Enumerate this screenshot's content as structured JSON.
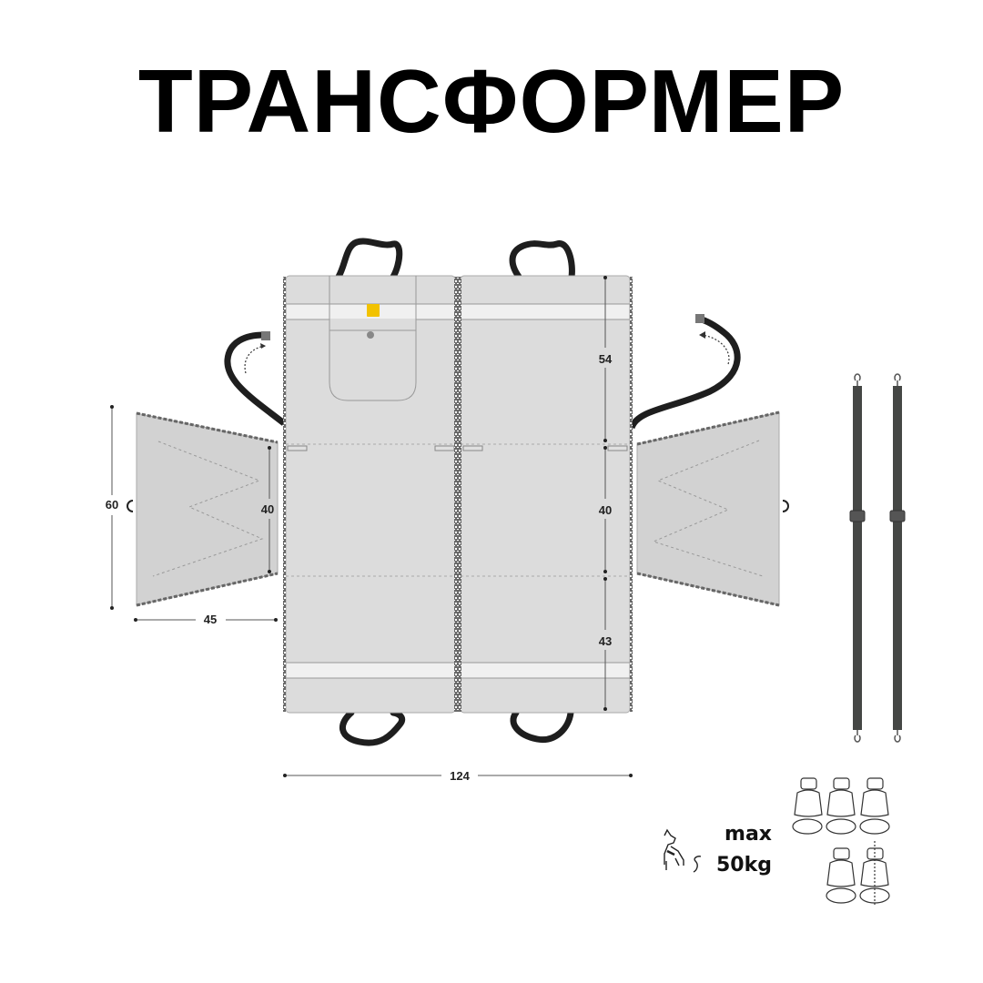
{
  "title": "ТРАНСФОРМЕР",
  "dimensions": {
    "flap_height": "60",
    "flap_inner_height": "40",
    "flap_width": "45",
    "top_section": "54",
    "middle_section": "40",
    "bottom_section": "43",
    "total_width": "124"
  },
  "weight_limit": {
    "label": "max",
    "value": "50kg"
  },
  "colors": {
    "panel_fill": "#dcdcdc",
    "flap_fill": "#d2d2d2",
    "band_fill": "#f0f0f0",
    "strap": "#1e1e1e",
    "zipper": "#666666",
    "badge": "#f2c200",
    "belt": "#454745"
  },
  "icons": [
    "dog-icon",
    "seat-row-icon",
    "split-seat-icon",
    "carabiner-icon",
    "d-ring-icon",
    "buckle-icon"
  ]
}
